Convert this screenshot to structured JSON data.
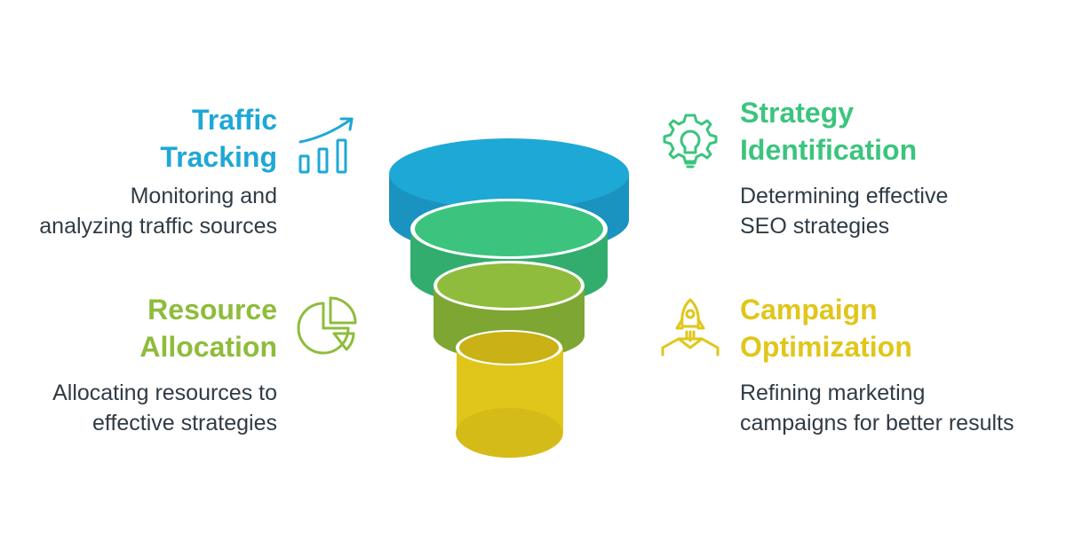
{
  "colors": {
    "blue": "#1ea8d6",
    "green": "#3cc47e",
    "lime": "#8fbc3c",
    "yellow": "#e0c61b",
    "text": "#2f3b45"
  },
  "items": [
    {
      "title": [
        "Traffic",
        "Tracking"
      ],
      "desc": [
        "Monitoring and",
        "analyzing traffic sources"
      ],
      "icon": "chart-growth-icon"
    },
    {
      "title": [
        "Strategy",
        "Identification"
      ],
      "desc": [
        "Determining effective",
        "SEO strategies"
      ],
      "icon": "gear-bulb-icon"
    },
    {
      "title": [
        "Resource",
        "Allocation"
      ],
      "desc": [
        "Allocating resources to",
        "effective strategies"
      ],
      "icon": "pie-chart-icon"
    },
    {
      "title": [
        "Campaign",
        "Optimization"
      ],
      "desc": [
        "Refining marketing",
        "campaigns for better results"
      ],
      "icon": "rocket-launch-icon"
    }
  ]
}
